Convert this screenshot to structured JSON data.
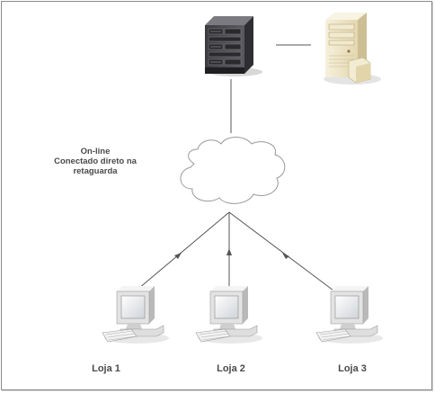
{
  "annotation": {
    "line1": "On-line",
    "line2": "Conectado direto na",
    "line3": "retaguarda"
  },
  "stores": [
    {
      "label": "Loja 1"
    },
    {
      "label": "Loja 2"
    },
    {
      "label": "Loja 3"
    }
  ],
  "icons": {
    "server_rack": "server-rack-icon",
    "server_tower": "server-tower-icon",
    "network": "network-cloud-icon",
    "workstation": "desktop-computer-icon"
  },
  "colors": {
    "border": "#8c8c8c",
    "connector": "#555555",
    "text": "#4a4a4a",
    "server_tower": "#efe5c4",
    "server_rack": "#4a4a4e",
    "monitor": "#e6e6e6"
  }
}
